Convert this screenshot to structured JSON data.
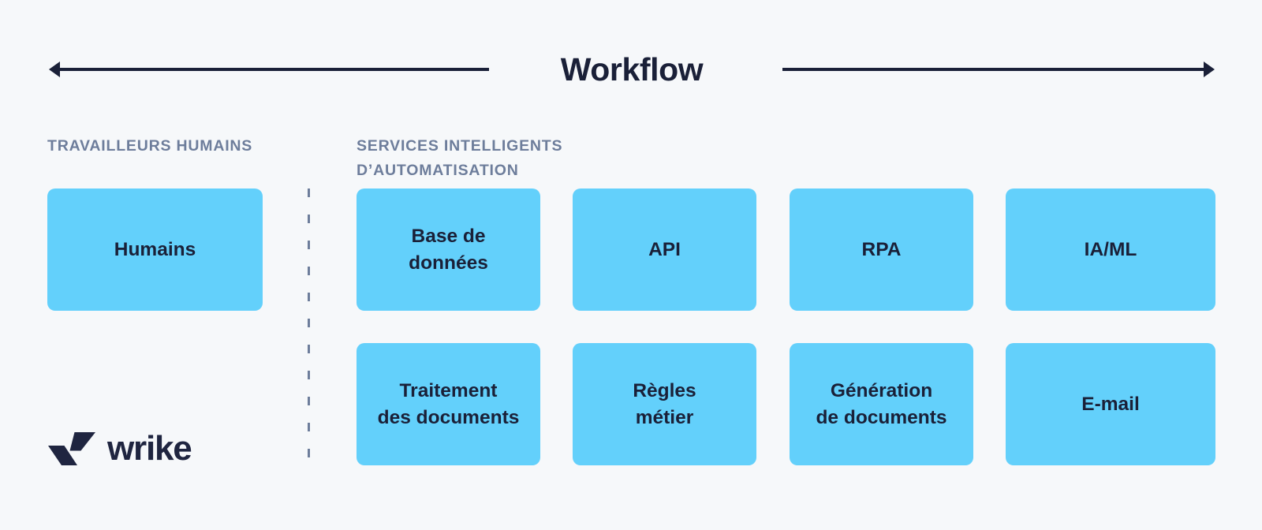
{
  "header": {
    "title": "Workflow",
    "arrow_color": "#1a2038"
  },
  "columns": {
    "humans_heading": "TRAVAILLEURS HUMAINS",
    "services_heading": "SERVICES INTELLIGENTS D’AUTOMATISATION"
  },
  "theme": {
    "background": "#f6f8fa",
    "card_fill": "#63d0fb",
    "card_text": "#1a2038",
    "heading_text": "#6d7d9b",
    "divider": "#6d7d9b",
    "logo_color": "#1f2540"
  },
  "human_cards": [
    {
      "label": "Humains"
    }
  ],
  "service_cards_row1": [
    {
      "label": "Base de\ndonnées"
    },
    {
      "label": "API"
    },
    {
      "label": "RPA"
    },
    {
      "label": "IA/ML"
    }
  ],
  "service_cards_row2": [
    {
      "label": "Traitement\ndes documents"
    },
    {
      "label": "Règles\nmétier"
    },
    {
      "label": "Génération\nde documents"
    },
    {
      "label": "E-mail"
    }
  ],
  "logo": {
    "wordmark": "wrike",
    "mark_name": "wrike-checkmark-logo"
  }
}
